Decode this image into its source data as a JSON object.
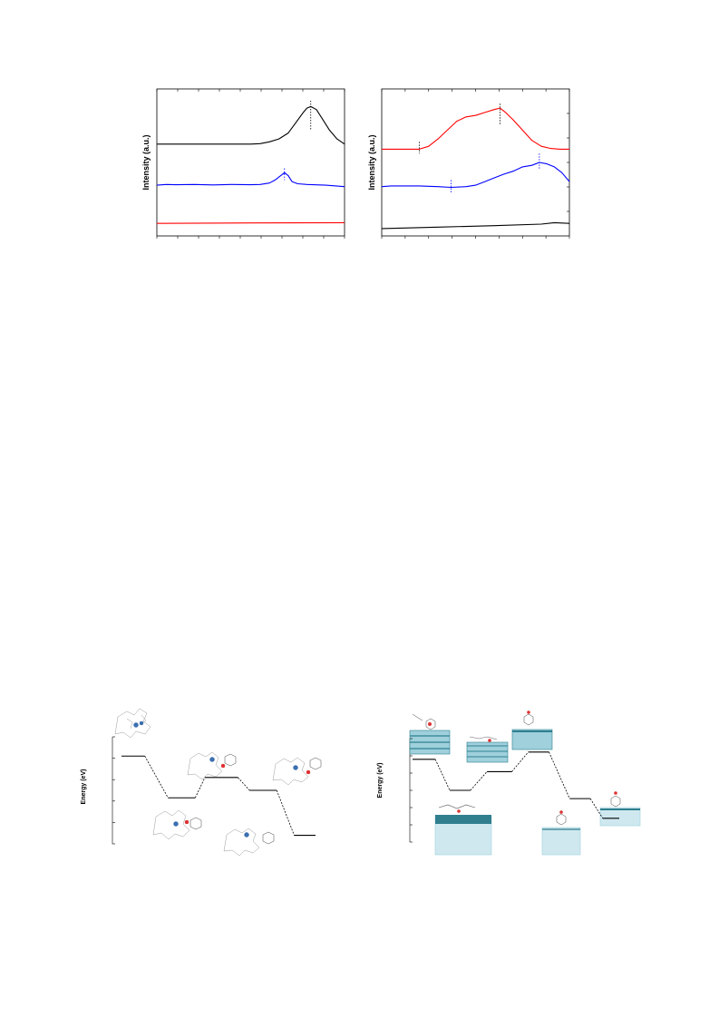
{
  "colors": {
    "black": "#000000",
    "blue": "#0000ff",
    "red": "#ff0000",
    "teal": "#2f7f8f",
    "light_teal": "#9fd0dc"
  },
  "chart_data": [
    {
      "type": "line",
      "ylabel": "Intensity (a.u.)",
      "xlim": [
        0,
        1
      ],
      "ylim": [
        0,
        1
      ],
      "axis_ticks": {
        "x_count": 9,
        "y_count": 0
      },
      "series": [
        {
          "color": "#000000",
          "x": [
            0,
            0.1,
            0.2,
            0.3,
            0.4,
            0.5,
            0.55,
            0.6,
            0.65,
            0.7,
            0.74,
            0.78,
            0.8,
            0.82,
            0.85,
            0.88,
            0.92,
            0.96,
            1.0
          ],
          "y": [
            0.625,
            0.625,
            0.625,
            0.625,
            0.625,
            0.625,
            0.628,
            0.64,
            0.66,
            0.7,
            0.77,
            0.84,
            0.87,
            0.88,
            0.86,
            0.8,
            0.72,
            0.66,
            0.625
          ]
        },
        {
          "color": "#0000ff",
          "x": [
            0,
            0.05,
            0.1,
            0.2,
            0.3,
            0.4,
            0.5,
            0.55,
            0.6,
            0.63,
            0.66,
            0.68,
            0.7,
            0.72,
            0.75,
            0.8,
            0.9,
            1.0
          ],
          "y": [
            0.345,
            0.35,
            0.348,
            0.35,
            0.347,
            0.35,
            0.348,
            0.35,
            0.36,
            0.38,
            0.41,
            0.43,
            0.41,
            0.37,
            0.355,
            0.35,
            0.345,
            0.335
          ]
        },
        {
          "color": "#ff0000",
          "x": [
            0,
            0.5,
            1.0
          ],
          "y": [
            0.085,
            0.088,
            0.09
          ]
        }
      ],
      "peak_markers": [
        {
          "x": 0.82,
          "y0": 0.72,
          "y1": 0.92,
          "color": "#000000"
        },
        {
          "x": 0.68,
          "y0": 0.38,
          "y1": 0.46,
          "color": "#0000ff"
        }
      ]
    },
    {
      "type": "line",
      "ylabel": "Intensity (a.u.)",
      "xlim": [
        0,
        1
      ],
      "ylim": [
        0,
        1
      ],
      "axis_ticks": {
        "x_count": 8,
        "y_count": 6
      },
      "series": [
        {
          "color": "#ff0000",
          "x": [
            0,
            0.1,
            0.2,
            0.25,
            0.3,
            0.35,
            0.4,
            0.45,
            0.5,
            0.55,
            0.6,
            0.63,
            0.66,
            0.7,
            0.75,
            0.8,
            0.85,
            0.9,
            0.95,
            1.0
          ],
          "y": [
            0.59,
            0.59,
            0.59,
            0.61,
            0.66,
            0.72,
            0.78,
            0.81,
            0.82,
            0.84,
            0.86,
            0.87,
            0.84,
            0.79,
            0.72,
            0.65,
            0.61,
            0.595,
            0.59,
            0.59
          ]
        },
        {
          "color": "#0000ff",
          "x": [
            0,
            0.05,
            0.1,
            0.2,
            0.3,
            0.37,
            0.45,
            0.5,
            0.55,
            0.6,
            0.65,
            0.7,
            0.75,
            0.8,
            0.84,
            0.88,
            0.92,
            0.96,
            1.0
          ],
          "y": [
            0.335,
            0.34,
            0.34,
            0.34,
            0.335,
            0.33,
            0.335,
            0.345,
            0.37,
            0.395,
            0.42,
            0.44,
            0.47,
            0.48,
            0.5,
            0.49,
            0.47,
            0.43,
            0.37
          ]
        },
        {
          "color": "#000000",
          "x": [
            0,
            0.3,
            0.6,
            0.85,
            0.92,
            1.0
          ],
          "y": [
            0.05,
            0.06,
            0.07,
            0.08,
            0.09,
            0.085
          ]
        }
      ],
      "peak_markers": [
        {
          "x": 0.2,
          "y0": 0.56,
          "y1": 0.64,
          "color": "#000000"
        },
        {
          "x": 0.37,
          "y0": 0.29,
          "y1": 0.38,
          "color": "#0000ff"
        },
        {
          "x": 0.63,
          "y0": 0.76,
          "y1": 0.9,
          "color": "#000000"
        },
        {
          "x": 0.84,
          "y0": 0.45,
          "y1": 0.56,
          "color": "#0000ff"
        }
      ]
    },
    {
      "type": "line",
      "ylabel": "Energy (eV)",
      "axis_ticks": {
        "y_count": 5
      },
      "levels": [
        {
          "x0": 0.0,
          "x1": 0.12,
          "e": 0.82
        },
        {
          "x0": 0.24,
          "x1": 0.38,
          "e": 0.43
        },
        {
          "x0": 0.43,
          "x1": 0.6,
          "e": 0.62
        },
        {
          "x0": 0.66,
          "x1": 0.8,
          "e": 0.5
        },
        {
          "x0": 0.89,
          "x1": 1.0,
          "e": 0.08
        }
      ]
    },
    {
      "type": "line",
      "ylabel": "Energy (eV)",
      "axis_ticks": {
        "y_count": 6
      },
      "levels": [
        {
          "x0": 0.0,
          "x1": 0.11,
          "e": 0.8
        },
        {
          "x0": 0.18,
          "x1": 0.28,
          "e": 0.5
        },
        {
          "x0": 0.36,
          "x1": 0.48,
          "e": 0.68
        },
        {
          "x0": 0.56,
          "x1": 0.66,
          "e": 0.87
        },
        {
          "x0": 0.76,
          "x1": 0.86,
          "e": 0.42
        },
        {
          "x0": 0.92,
          "x1": 1.0,
          "e": 0.23
        }
      ]
    }
  ]
}
